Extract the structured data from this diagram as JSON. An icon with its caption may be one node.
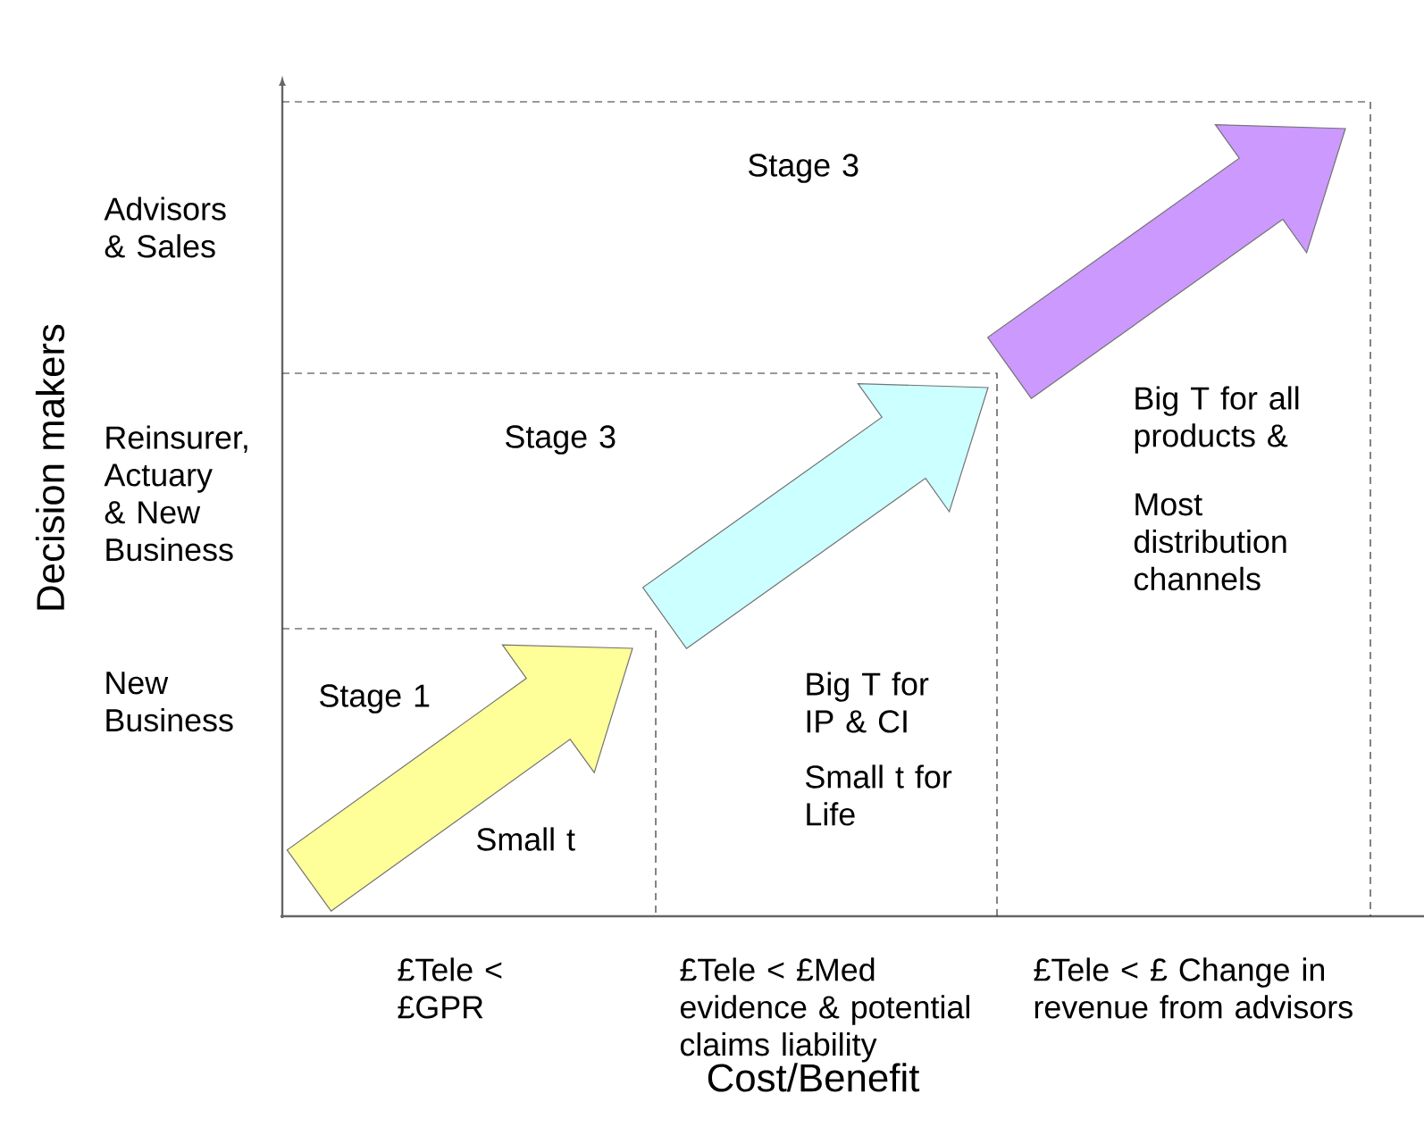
{
  "diagram": {
    "labels": [
      "Stage 3",
      "Advisors & Sales",
      "Stage 3",
      "Reinsurer, Actuary & New Business",
      "Big T for all products &",
      "Most distribution channels",
      "Big T for IP & CI",
      "Stage 1",
      "New Business",
      "Small t for Life",
      "Small t",
      "£Tele < £GPR",
      "£Tele < £Med evidence & potential claims liability",
      "£Tele < £ Change in revenue from advisors",
      "Cost/Benefit",
      "Decision makers"
    ]
  }
}
